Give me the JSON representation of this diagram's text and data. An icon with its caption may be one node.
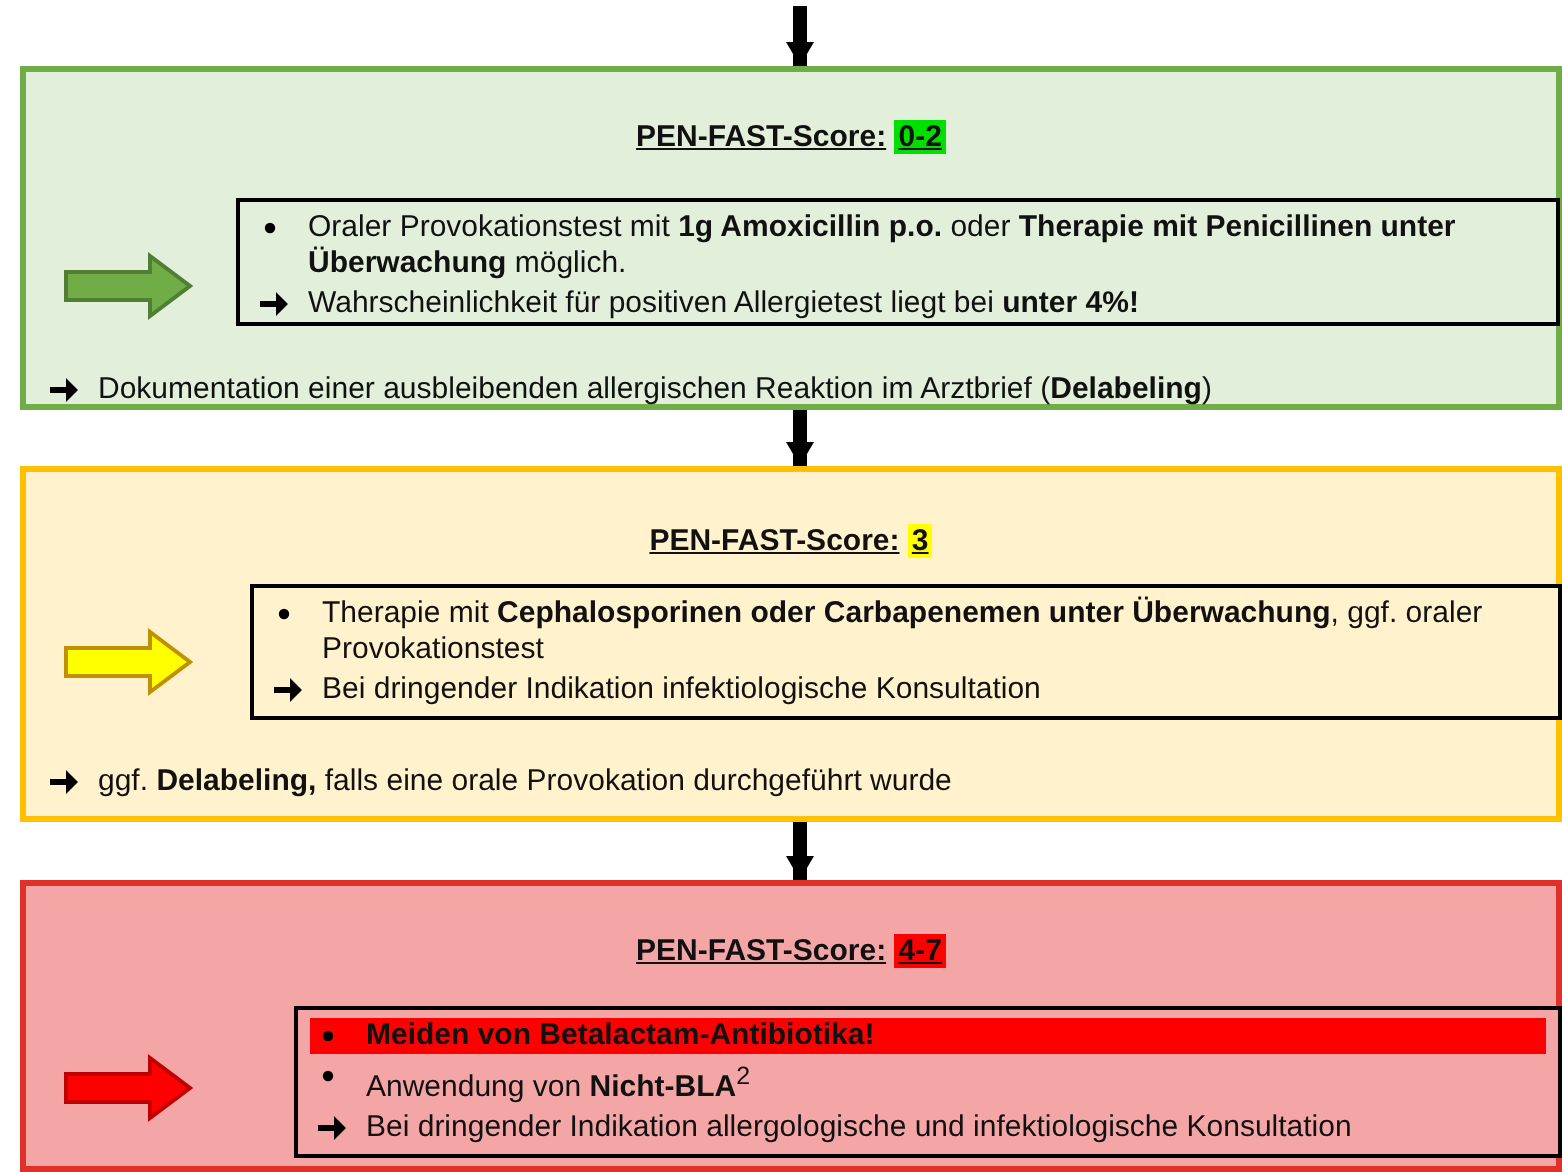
{
  "diagram": {
    "nodes": [
      {
        "text": [
          "PEN-FAST-Score:",
          "0-2",
          "Dokumentation einer ausbleibenden allergischen Reaktion im Arztbrief (**Delabeling**)"
        ]
      },
      {
        "text": [
          "Oraler Provokationstest mit **1g Amoxicillin p.o.** oder **Therapie mit Penicillinen unter Überwachung** möglich.",
          "Wahrscheinlichkeit für positiven Allergietest liegt bei **unter 4%!**"
        ],
        "in": 0
      },
      {
        "text": [
          "PEN-FAST-Score:",
          "3",
          "ggf. **Delabeling,** falls eine orale Provokation durchgeführt wurde"
        ]
      },
      {
        "text": [
          "Therapie mit **Cephalosporinen oder Carbapenemen unter Überwachung**, ggf. oraler Provokationstest",
          "Bei dringender Indikation infektiologische Konsultation"
        ],
        "in": 2
      },
      {
        "text": [
          "PEN-FAST-Score:",
          "4-7"
        ]
      },
      {
        "text": [
          "Meiden von Betalactam-Antibiotika!",
          "Anwendung von **Nicht-BLA**$^{2}$",
          "Bei dringender Indikation allergologische und infektiologische Konsultation"
        ],
        "in": 4
      }
    ],
    "edges": [
      {
        "from": null,
        "to": 0,
        "arrow": "to"
      },
      {
        "from": 0,
        "to": 2,
        "arrow": "to"
      },
      {
        "from": 2,
        "to": 4,
        "arrow": "to"
      }
    ]
  }
}
